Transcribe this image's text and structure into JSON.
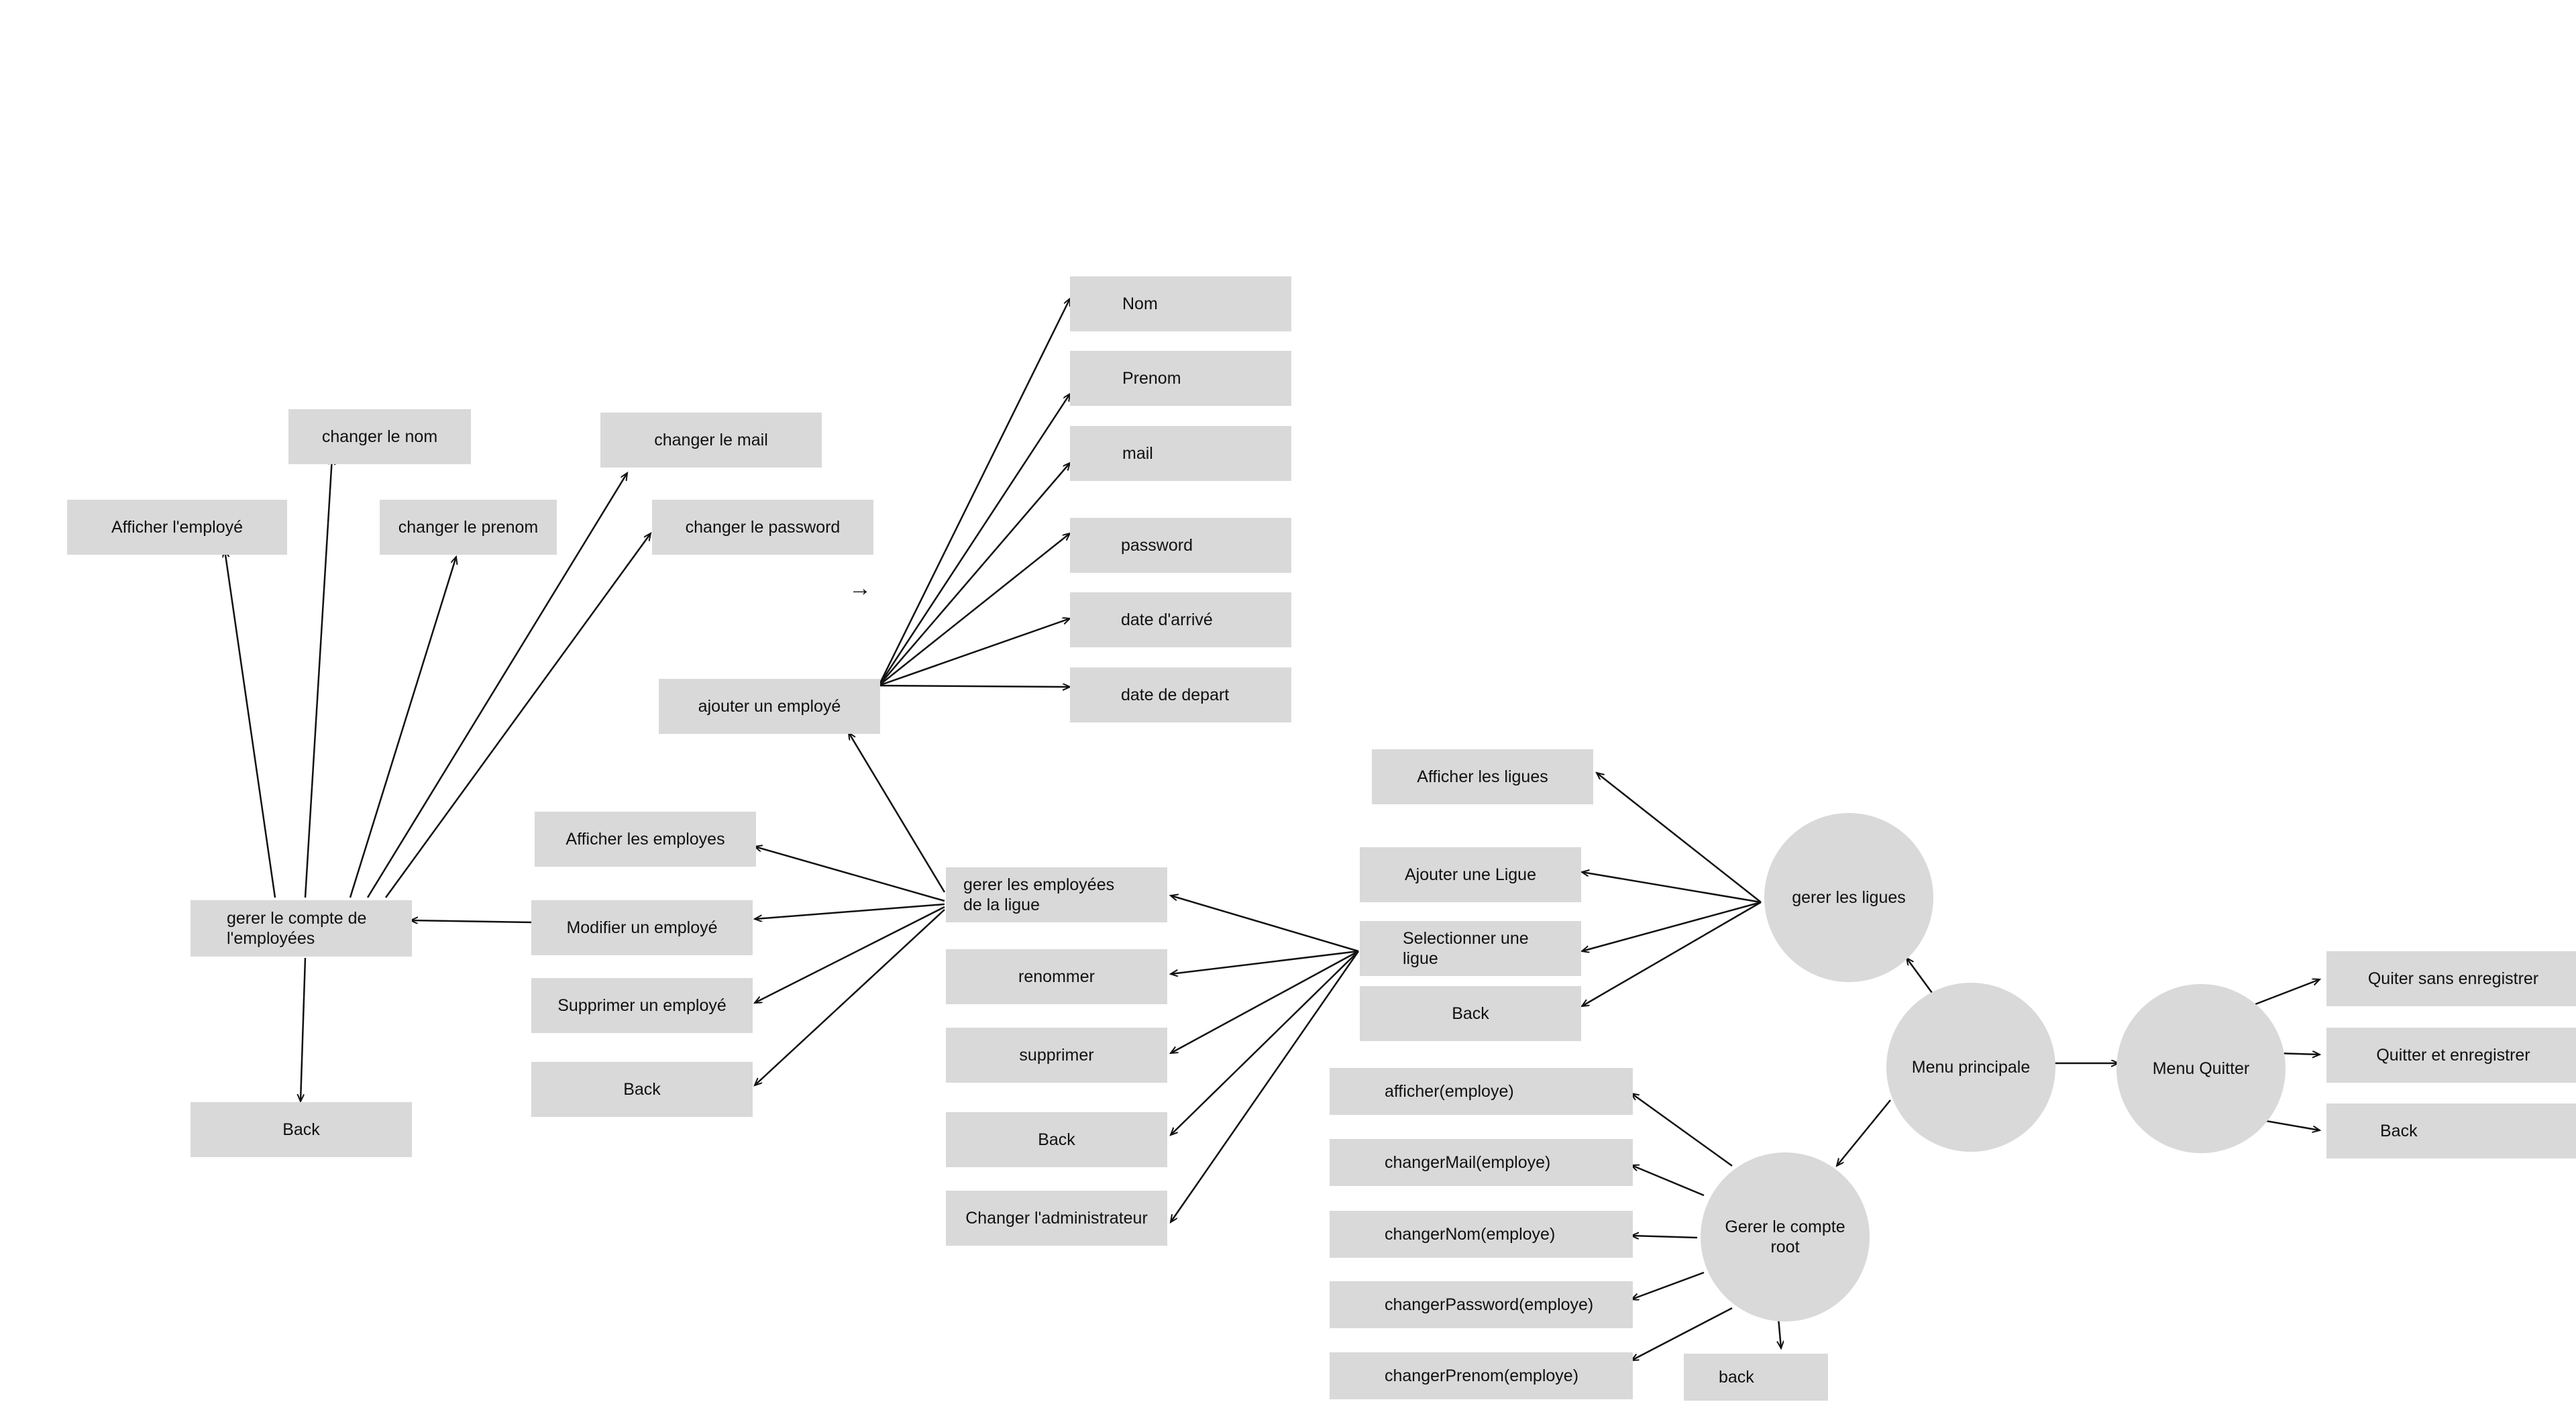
{
  "colors": {
    "node_fill": "#d9d9d9",
    "edge": "#111111",
    "text": "#111111",
    "background": "#ffffff"
  },
  "nodes": {
    "afficher_employe": "Afficher l'employé",
    "changer_nom": "changer le nom",
    "changer_prenom": "changer le prenom",
    "changer_mail": "changer le mail",
    "changer_password": "changer le password",
    "nom": "Nom",
    "prenom": "Prenom",
    "mail": "mail",
    "password": "password",
    "date_arrive": "date d'arrivé",
    "date_depart": "date de depart",
    "ajouter_employe": "ajouter un employé",
    "afficher_les_employes": "Afficher les employes",
    "gerer_compte_employees": "gerer le compte de\nl'employées",
    "modifier_employe": "Modifier un employé",
    "supprimer_employe": "Supprimer un employé",
    "back_left": "Back",
    "back_middle_left": "Back",
    "gerer_employees_ligue": "gerer les employées\nde la ligue",
    "renommer": "renommer",
    "supprimer": "supprimer",
    "back_middle": "Back",
    "changer_administrateur": "Changer l'administrateur",
    "afficher_ligues": "Afficher les ligues",
    "ajouter_ligue": "Ajouter une Ligue",
    "selectionner_ligue": "Selectionner une\nligue",
    "back_ligues": "Back",
    "gerer_ligues": "gerer les ligues",
    "menu_principale": "Menu principale",
    "menu_quitter": "Menu Quitter",
    "quitter_sans_enregistrer": "Quiter sans enregistrer",
    "quitter_et_enregistrer": "Quitter et enregistrer",
    "back_quitter": "Back",
    "afficher_employe_fn": "afficher(employe)",
    "changer_mail_fn": "changerMail(employe)",
    "changer_nom_fn": "changerNom(employe)",
    "changer_password_fn": "changerPassword(employe)",
    "changer_prenom_fn": "changerPrenom(employe)",
    "gerer_compte_root": "Gerer le compte\nroot",
    "back_root": "back",
    "stray_arrow": "→"
  }
}
